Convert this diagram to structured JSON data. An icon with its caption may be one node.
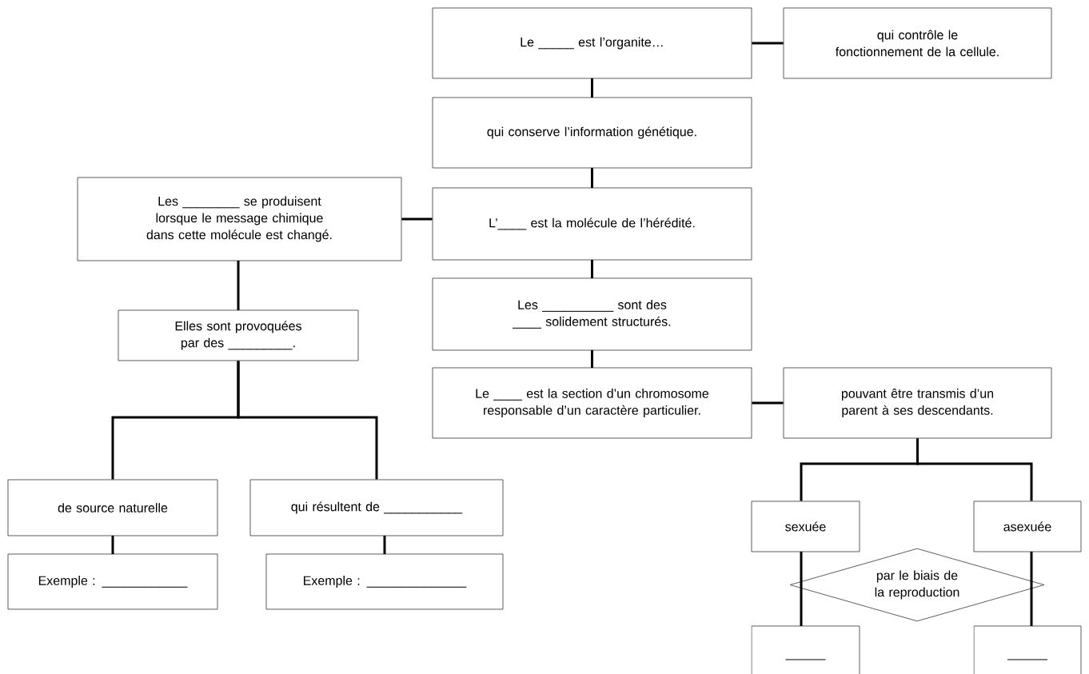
{
  "diagram": {
    "nodes": [
      {
        "text": [
          "Le _____ est l’organite…"
        ]
      },
      {
        "text": [
          "qui contrôle le fonctionnement de la cellule."
        ]
      },
      {
        "text": [
          "qui conserve l’information génétique."
        ]
      },
      {
        "text": [
          "Les ________ se produisent lorsque le message chimique dans cette molécule est changé."
        ]
      },
      {
        "text": [
          "L’____ est la molécule de l’hérédité."
        ]
      },
      {
        "text": [
          "Les __________ sont des ____ solidement structurés."
        ]
      },
      {
        "text": [
          "Elles sont provoquées par des _________."
        ]
      },
      {
        "text": [
          "Le ____ est la section d’un chromosome responsable d’un caractère particulier."
        ]
      },
      {
        "text": [
          "pouvant être transmis d’un parent à ses descendants."
        ]
      },
      {
        "text": [
          "de source naturelle"
        ]
      },
      {
        "text": [
          "qui résultent de ___________"
        ]
      },
      {
        "text": [
          "sexuée"
        ]
      },
      {
        "text": [
          "asexuée"
        ]
      },
      {
        "text": [
          "par le biais de la reproduction"
        ]
      },
      {
        "text": [
          "Exemple : ____________"
        ]
      },
      {
        "text": [
          "Exemple : ______________"
        ]
      },
      {
        "text": [],
        "shape": "box"
      },
      {
        "text": [],
        "shape": "box"
      }
    ],
    "edges": [
      {
        "from": 0,
        "to": 1,
        "arrow": "none"
      },
      {
        "from": 0,
        "to": 2,
        "arrow": "none"
      },
      {
        "from": 2,
        "to": 4,
        "arrow": "none"
      },
      {
        "from": 3,
        "to": 4,
        "arrow": "none"
      },
      {
        "from": 4,
        "to": 5,
        "arrow": "none"
      },
      {
        "from": 5,
        "to": 7,
        "arrow": "none"
      },
      {
        "from": 7,
        "to": 8,
        "arrow": "none"
      },
      {
        "from": 3,
        "to": 6,
        "arrow": "none"
      },
      {
        "from": 6,
        "to": 9,
        "arrow": "none"
      },
      {
        "from": 6,
        "to": 10,
        "arrow": "none"
      },
      {
        "from": 9,
        "to": 14,
        "arrow": "none"
      },
      {
        "from": 10,
        "to": 15,
        "arrow": "none"
      },
      {
        "from": 8,
        "to": 11,
        "arrow": "none"
      },
      {
        "from": 8,
        "to": 12,
        "arrow": "none"
      },
      {
        "from": 11,
        "to": 16,
        "arrow": "none"
      },
      {
        "from": 12,
        "to": 17,
        "arrow": "none"
      }
    ]
  }
}
